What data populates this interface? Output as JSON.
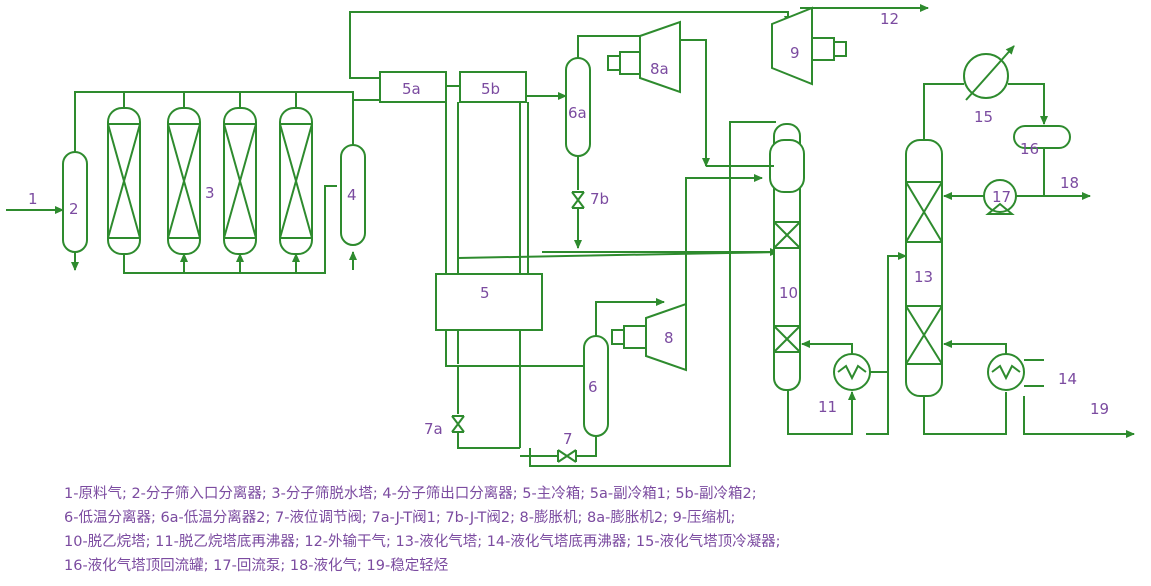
{
  "labels": {
    "l1": "1",
    "l2": "2",
    "l3": "3",
    "l4": "4",
    "l5": "5",
    "l5a": "5a",
    "l5b": "5b",
    "l6": "6",
    "l6a": "6a",
    "l7": "7",
    "l7a": "7a",
    "l7b": "7b",
    "l8": "8",
    "l8a": "8a",
    "l9": "9",
    "l10": "10",
    "l11": "11",
    "l12": "12",
    "l13": "13",
    "l14": "14",
    "l15": "15",
    "l16": "16",
    "l17": "17",
    "l18": "18",
    "l19": "19"
  },
  "legend": [
    "1-原料气; 2-分子筛入口分离器; 3-分子筛脱水塔; 4-分子筛出口分离器; 5-主冷箱; 5a-副冷箱1; 5b-副冷箱2;",
    "6-低温分离器; 6a-低温分离器2; 7-液位调节阀; 7a-J-T阀1; 7b-J-T阀2; 8-膨胀机; 8a-膨胀机2; 9-压缩机;",
    "10-脱乙烷塔; 11-脱乙烷塔底再沸器; 12-外输干气; 13-液化气塔; 14-液化气塔底再沸器; 15-液化气塔顶冷凝器;",
    "16-液化气塔顶回流罐; 17-回流泵; 18-液化气; 19-稳定轻烃"
  ]
}
